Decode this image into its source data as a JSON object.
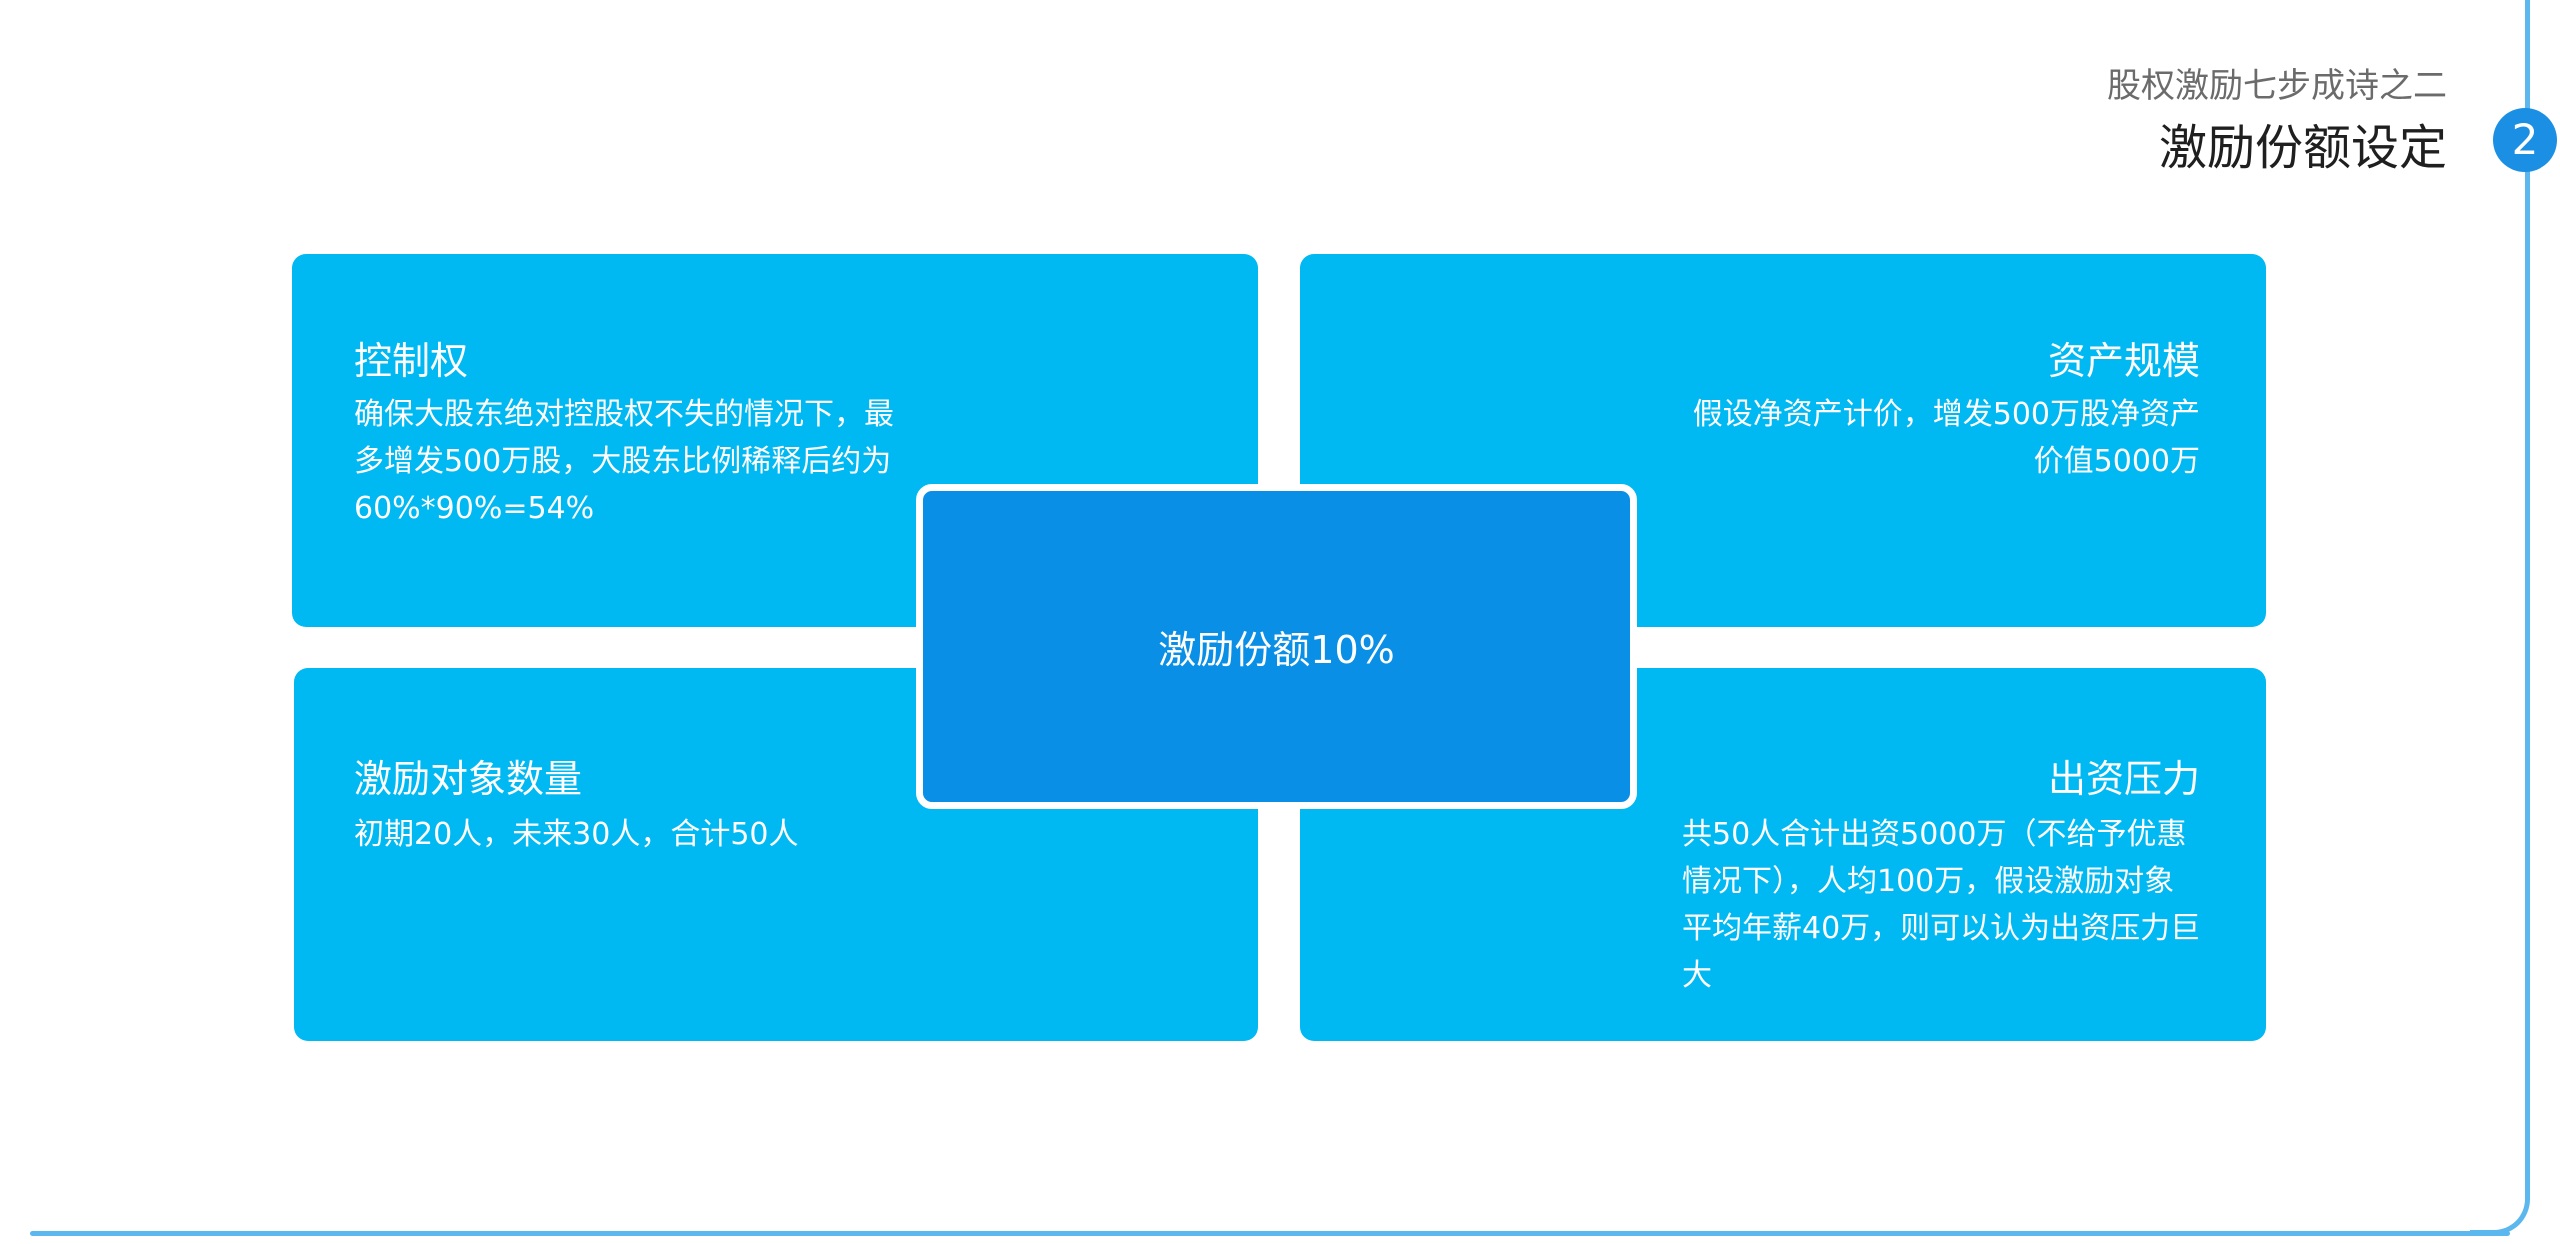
{
  "header": {
    "subtitle": "股权激励七步成诗之二",
    "title": "激励份额设定",
    "step_number": "2"
  },
  "cards": {
    "top_left": {
      "title": "控制权",
      "body": "确保大股东绝对控股权不失的情况下，最多增发500万股，大股东比例稀释后约为60%*90%=54%"
    },
    "top_right": {
      "title": "资产规模",
      "body": "假设净资产计价，增发500万股净资产价值5000万"
    },
    "bottom_left": {
      "title": "激励对象数量",
      "body": "初期20人，未来30人，合计50人"
    },
    "bottom_right": {
      "title": "出资压力",
      "body": "共50人合计出资5000万（不给予优惠情况下），人均100万，假设激励对象平均年薪40万，则可以认为出资压力巨大"
    }
  },
  "center": {
    "label": "激励份额10%"
  },
  "colors": {
    "card_bg": "#00b9f2",
    "center_bg": "#0a8fe7",
    "badge_bg": "#1a8fe3",
    "frame": "#5bb7ee"
  }
}
